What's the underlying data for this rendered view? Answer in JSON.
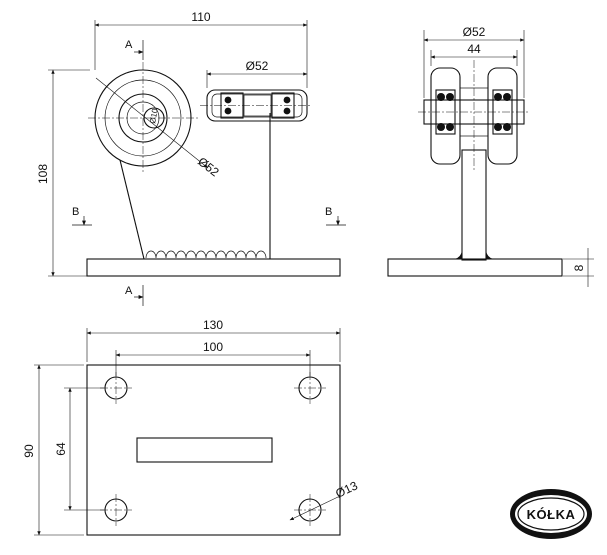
{
  "dimensions": {
    "side_width": "110",
    "side_height": "108",
    "wheel_diameter_top": "Ø52",
    "wheel_diameter_diag": "Ø52",
    "shaft": "Ø10",
    "front_diameter": "Ø52",
    "front_gap": "44",
    "plate_thickness": "8",
    "plan_width": "130",
    "plan_hole_spacing_x": "100",
    "plan_height": "90",
    "plan_hole_spacing_y": "64",
    "hole_diameter": "Ø13"
  },
  "section_markers": {
    "a": "A",
    "b": "B"
  },
  "logo": {
    "text": "KÓŁKA"
  }
}
